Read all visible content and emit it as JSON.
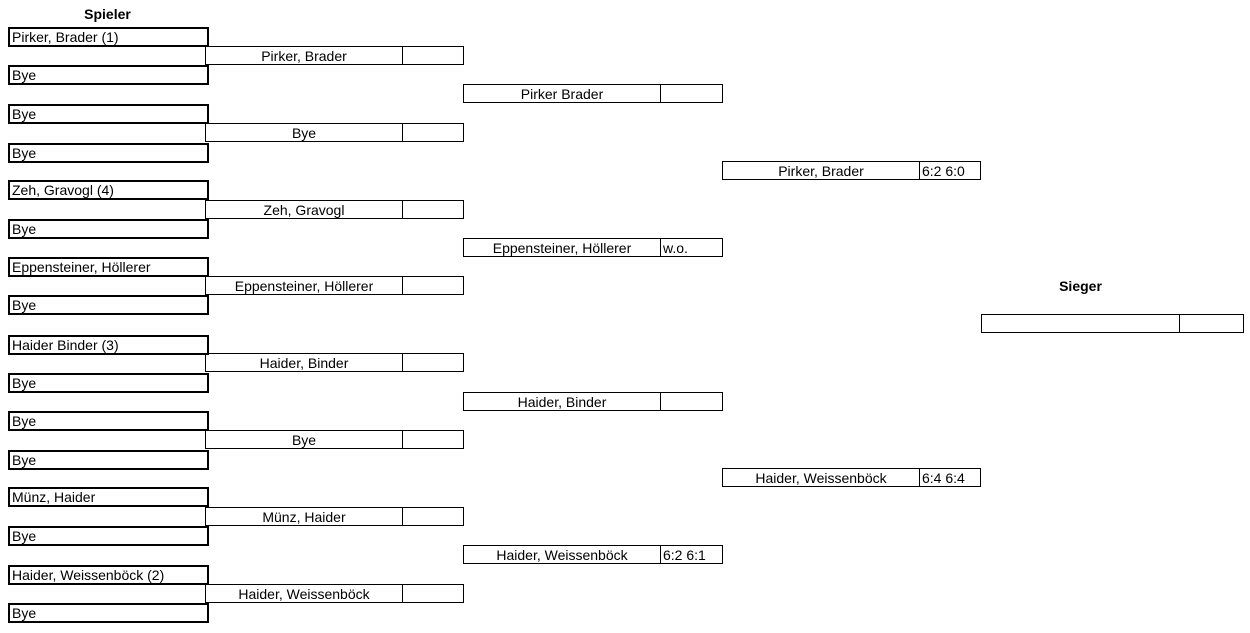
{
  "headers": {
    "players": "Spieler",
    "winner": "Sieger"
  },
  "players": [
    "Pirker, Brader (1)",
    "Bye",
    "Bye",
    "Bye",
    "Zeh, Gravogl (4)",
    "Bye",
    "Eppensteiner, Höllerer",
    "Bye",
    "Haider Binder (3)",
    "Bye",
    "Bye",
    "Bye",
    "Münz, Haider",
    "Bye",
    "Haider, Weissenböck (2)",
    "Bye"
  ],
  "round1": [
    {
      "name": "Pirker, Brader",
      "score": ""
    },
    {
      "name": "Bye",
      "score": ""
    },
    {
      "name": "Zeh, Gravogl",
      "score": ""
    },
    {
      "name": "Eppensteiner, Höllerer",
      "score": ""
    },
    {
      "name": "Haider, Binder",
      "score": ""
    },
    {
      "name": "Bye",
      "score": ""
    },
    {
      "name": "Münz, Haider",
      "score": ""
    },
    {
      "name": "Haider, Weissenböck",
      "score": ""
    }
  ],
  "round2": [
    {
      "name": "Pirker Brader",
      "score": ""
    },
    {
      "name": "Eppensteiner, Höllerer",
      "score": "w.o."
    },
    {
      "name": "Haider, Binder",
      "score": ""
    },
    {
      "name": "Haider, Weissenböck",
      "score": "6:2 6:1"
    }
  ],
  "round3": [
    {
      "name": "Pirker, Brader",
      "score": "6:2 6:0"
    },
    {
      "name": "Haider, Weissenböck",
      "score": "6:4 6:4"
    }
  ],
  "final": {
    "name": "",
    "score": ""
  }
}
